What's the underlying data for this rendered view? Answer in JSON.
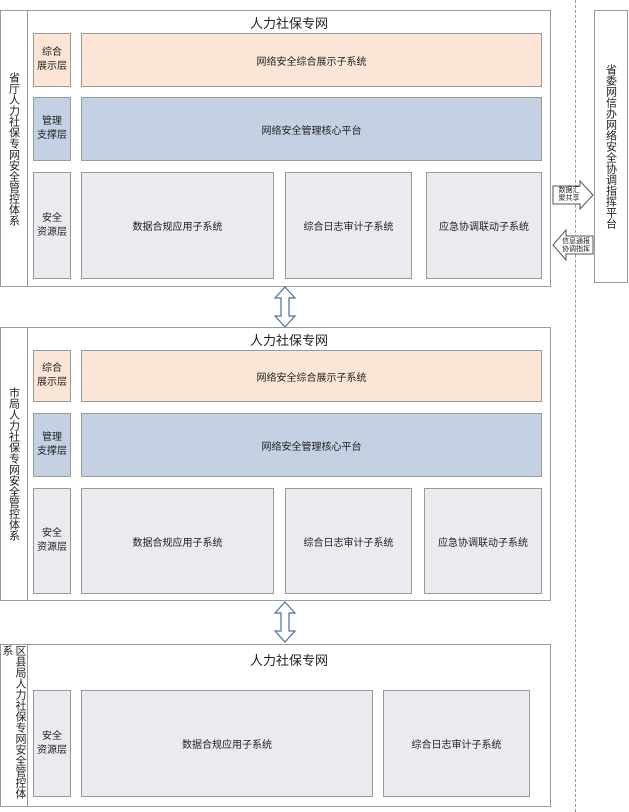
{
  "provincial": {
    "side_label": "省厅人力社保专网安全管控体系",
    "title": "人力社保专网",
    "layers": [
      {
        "label": "综合\n展示层",
        "systems": [
          "网络安全综合展示子系统"
        ]
      },
      {
        "label": "管理\n支撑层",
        "systems": [
          "网络安全管理核心平台"
        ]
      },
      {
        "label": "安全\n资源层",
        "systems": [
          "数据合规应用子系统",
          "综合日志审计子系统",
          "应急协调联动子系统"
        ]
      }
    ]
  },
  "city": {
    "side_label": "市局人力社保专网安全管控体系",
    "title": "人力社保专网",
    "layers": [
      {
        "label": "综合\n展示层",
        "systems": [
          "网络安全综合展示子系统"
        ]
      },
      {
        "label": "管理\n支撑层",
        "systems": [
          "网络安全管理核心平台"
        ]
      },
      {
        "label": "安全\n资源层",
        "systems": [
          "数据合规应用子系统",
          "综合日志审计子系统",
          "应急协调联动子系统"
        ]
      }
    ]
  },
  "county": {
    "side_label": "区县局人力社保专网安全管控体系",
    "title": "人力社保专网",
    "layers": [
      {
        "label": "安全\n资源层",
        "systems": [
          "数据合规应用子系统",
          "综合日志审计子系统"
        ]
      }
    ]
  },
  "external": {
    "label": "省委网信办网络安全协调指挥平台",
    "arrow_out_label": "数据汇\n聚共享",
    "arrow_in_label": "信息通报\n协调指挥"
  }
}
